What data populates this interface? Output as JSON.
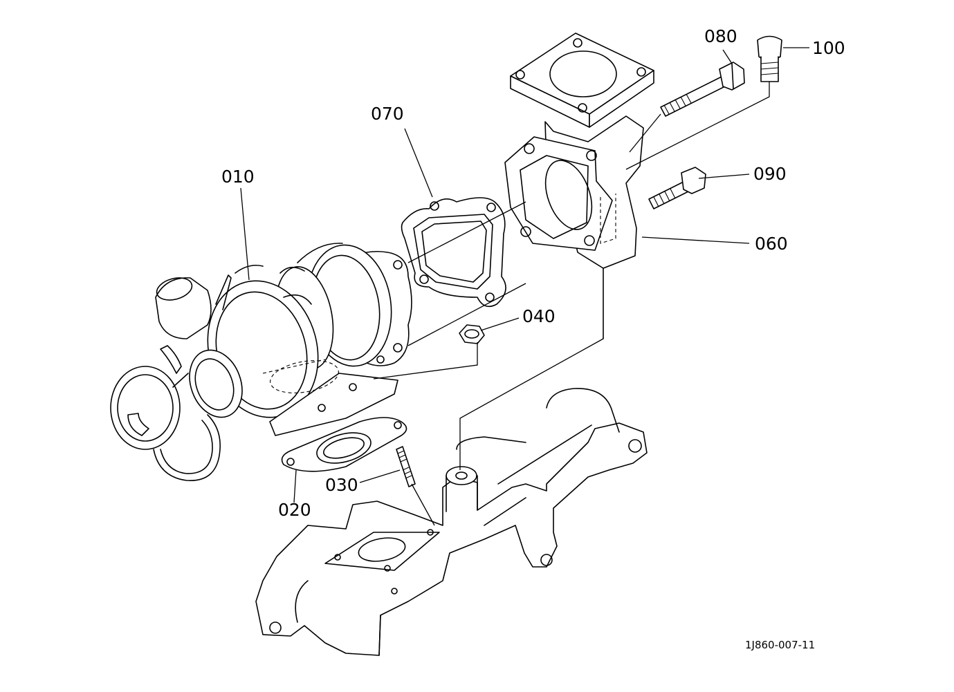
{
  "diagram": {
    "reference_code": "1J860-007-11",
    "parts": [
      {
        "id": "p010",
        "label": "010"
      },
      {
        "id": "p020",
        "label": "020"
      },
      {
        "id": "p030",
        "label": "030"
      },
      {
        "id": "p040",
        "label": "040"
      },
      {
        "id": "p060",
        "label": "060"
      },
      {
        "id": "p070",
        "label": "070"
      },
      {
        "id": "p080",
        "label": "080"
      },
      {
        "id": "p090",
        "label": "090"
      },
      {
        "id": "p100",
        "label": "100"
      }
    ]
  }
}
